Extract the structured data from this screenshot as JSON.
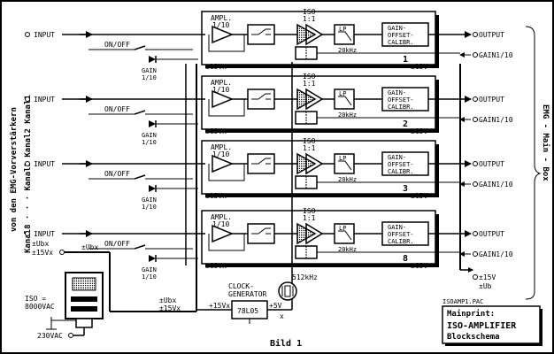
{
  "left_labels": {
    "line1": "von den EMG-Vorverstärkern",
    "line2": "Kanal8 · · · Kanal3   Kanal2   Kanal1"
  },
  "right_label": "EMG - Main - Box",
  "channels": [
    {
      "number": "1",
      "input": "INPUT",
      "onoff": "ON/OFF",
      "gain_in": "GAIN",
      "gain_ratio": "1/10",
      "ampl": "AMPL.",
      "ampl_ratio": "1/10",
      "iso": "ISO",
      "iso_ratio": "1:1",
      "lp": "LP",
      "lp_freq": "20kHz",
      "goc": [
        "GAIN-",
        "OFFSET-",
        "CALIBR."
      ],
      "pwr_left": "±15Vx",
      "pwr_right": "±15V",
      "output": "OUTPUT",
      "gain_out": "GAIN1/10"
    },
    {
      "number": "2",
      "input": "INPUT",
      "onoff": "ON/OFF",
      "gain_in": "GAIN",
      "gain_ratio": "1/10",
      "ampl": "AMPL.",
      "ampl_ratio": "1/10",
      "iso": "ISO",
      "iso_ratio": "1:1",
      "lp": "LP",
      "lp_freq": "20kHz",
      "goc": [
        "GAIN-",
        "OFFSET-",
        "CALIBR."
      ],
      "pwr_left": "±15Vx",
      "pwr_right": "±15V",
      "output": "OUTPUT",
      "gain_out": "GAIN1/10"
    },
    {
      "number": "3",
      "input": "INPUT",
      "onoff": "ON/OFF",
      "gain_in": "GAIN",
      "gain_ratio": "1/10",
      "ampl": "AMPL.",
      "ampl_ratio": "1/10",
      "iso": "ISO",
      "iso_ratio": "1:1",
      "lp": "LP",
      "lp_freq": "20kHz",
      "goc": [
        "GAIN-",
        "OFFSET-",
        "CALIBR."
      ],
      "pwr_left": "±15Vx",
      "pwr_right": "±15V",
      "output": "OUTPUT",
      "gain_out": "GAIN1/10"
    },
    {
      "number": "8",
      "input": "INPUT",
      "onoff": "ON/OFF",
      "gain_in": "GAIN",
      "gain_ratio": "1/10",
      "ampl": "AMPL.",
      "ampl_ratio": "1/10",
      "iso": "ISO",
      "iso_ratio": "1:1",
      "lp": "LP",
      "lp_freq": "20kHz",
      "goc": [
        "GAIN-",
        "OFFSET-",
        "CALIBR."
      ],
      "pwr_left": "±15Vx",
      "pwr_right": "±15V",
      "output": "OUTPUT",
      "gain_out": "GAIN1/10"
    }
  ],
  "power": {
    "ubx_label1": "±Ubx",
    "v15x_label1": "±15Vx",
    "ubx_label2": "±Ubx",
    "ubx_label3": "±Ubx",
    "v15x_label3": "±15Vx",
    "iso_label": "ISO =",
    "iso_value": "8000VAC",
    "mains": "230VAC",
    "clock_line1": "CLOCK-",
    "clock_line2": "GENERATOR",
    "clock_freq": "512kHz",
    "reg_in": "+15Vx",
    "reg_out": "+5V",
    "regulator": "78L05",
    "x_mark": "x",
    "right_v15": "±15V",
    "right_ub": "±Ub"
  },
  "footer": {
    "figure": "Bild 1",
    "file": "ISOAMP1.PAC",
    "title_line1": "Mainprint:",
    "title_line2": "ISO-AMPLIFIER",
    "title_line3": "Blockschema"
  }
}
